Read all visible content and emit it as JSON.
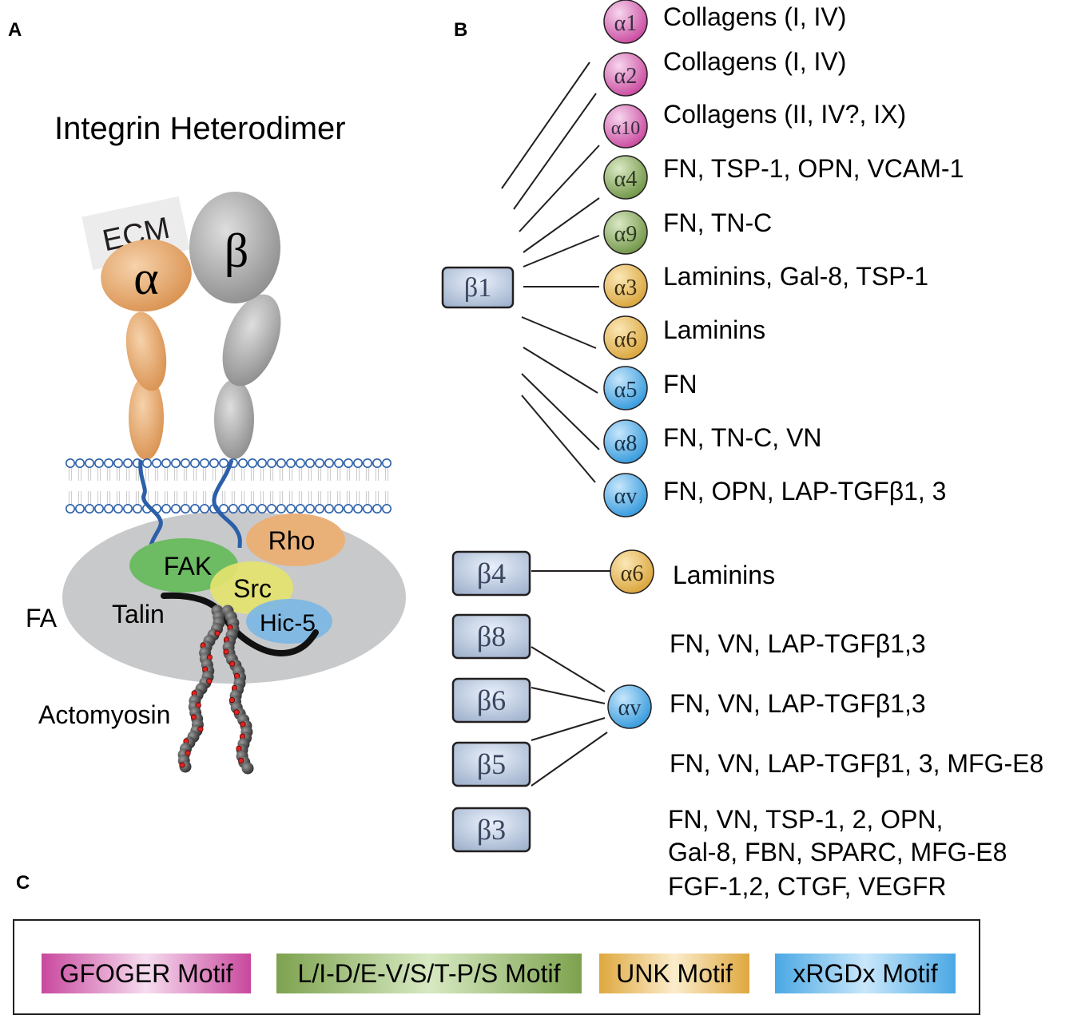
{
  "panels": {
    "a": "A",
    "b": "B",
    "c": "C"
  },
  "panel_a": {
    "title": "Integrin Heterodimer",
    "ecm": "ECM",
    "alpha": "α",
    "beta": "β",
    "fa": "FA",
    "talin": "Talin",
    "actomyosin": "Actomyosin",
    "fak": "FAK",
    "src": "Src",
    "rho": "Rho",
    "hic5": "Hic-5",
    "colors": {
      "alpha_subunit": "#e9b078",
      "beta_subunit": "#b5b5b5",
      "membrane": "#2b5fa8",
      "focal_adhesion": "#c8c9cb",
      "fak": "#6dbb63",
      "src": "#e4e36f",
      "rho": "#e9b078",
      "hic5": "#7eb8e3",
      "actin": "#4a4a4a",
      "myosin": "#e0231f"
    }
  },
  "panel_b": {
    "beta1": {
      "label": "β1",
      "partners": [
        {
          "alpha": "α1",
          "ligands": "Collagens (I, IV)",
          "motif": "gfoger"
        },
        {
          "alpha": "α2",
          "ligands": "Collagens (I, IV)",
          "motif": "gfoger"
        },
        {
          "alpha": "α10",
          "ligands": "Collagens (II, IV?, IX)",
          "motif": "gfoger"
        },
        {
          "alpha": "α4",
          "ligands": "FN, TSP-1, OPN, VCAM-1",
          "motif": "ldv"
        },
        {
          "alpha": "α9",
          "ligands": "FN, TN-C",
          "motif": "ldv"
        },
        {
          "alpha": "α3",
          "ligands": "Laminins, Gal-8, TSP-1",
          "motif": "unk"
        },
        {
          "alpha": "α6",
          "ligands": "Laminins",
          "motif": "unk"
        },
        {
          "alpha": "α5",
          "ligands": "FN",
          "motif": "rgd"
        },
        {
          "alpha": "α8",
          "ligands": "FN, TN-C, VN",
          "motif": "rgd"
        },
        {
          "alpha": "αv",
          "ligands": "FN, OPN, LAP-TGFβ1, 3",
          "motif": "rgd"
        }
      ]
    },
    "beta4": {
      "label": "β4",
      "alpha": "α6",
      "ligands": "Laminins",
      "motif": "unk"
    },
    "av_group": {
      "alpha": "αv",
      "motif": "rgd",
      "betas": [
        {
          "label": "β8",
          "ligands": "FN, VN, LAP-TGFβ1,3"
        },
        {
          "label": "β6",
          "ligands": "FN, VN, LAP-TGFβ1,3"
        },
        {
          "label": "β5",
          "ligands": "FN, VN, LAP-TGFβ1, 3, MFG-E8"
        }
      ]
    },
    "beta3": {
      "label": "β3",
      "ligands": [
        "FN, VN, TSP-1, 2, OPN,",
        "Gal-8, FBN, SPARC, MFG-E8",
        "FGF-1,2, CTGF, VEGFR"
      ]
    }
  },
  "legend": [
    {
      "id": "gfoger",
      "label": "GFOGER Motif",
      "color": "#c56aa9"
    },
    {
      "id": "ldv",
      "label": "L/I-D/E-V/S/T-P/S Motif",
      "color": "#8fae5b"
    },
    {
      "id": "unk",
      "label": "UNK Motif",
      "color": "#e4b04a"
    },
    {
      "id": "rgd",
      "label": "xRGDx Motif",
      "color": "#58b2e4"
    }
  ],
  "motif_colors": {
    "gfoger": {
      "light": "#f7d6ee",
      "dark": "#c9489e"
    },
    "ldv": {
      "light": "#dbe9c4",
      "dark": "#6e9445"
    },
    "unk": {
      "light": "#fbe7b5",
      "dark": "#d9a43a"
    },
    "rgd": {
      "light": "#c6e6fb",
      "dark": "#3399dc"
    }
  }
}
